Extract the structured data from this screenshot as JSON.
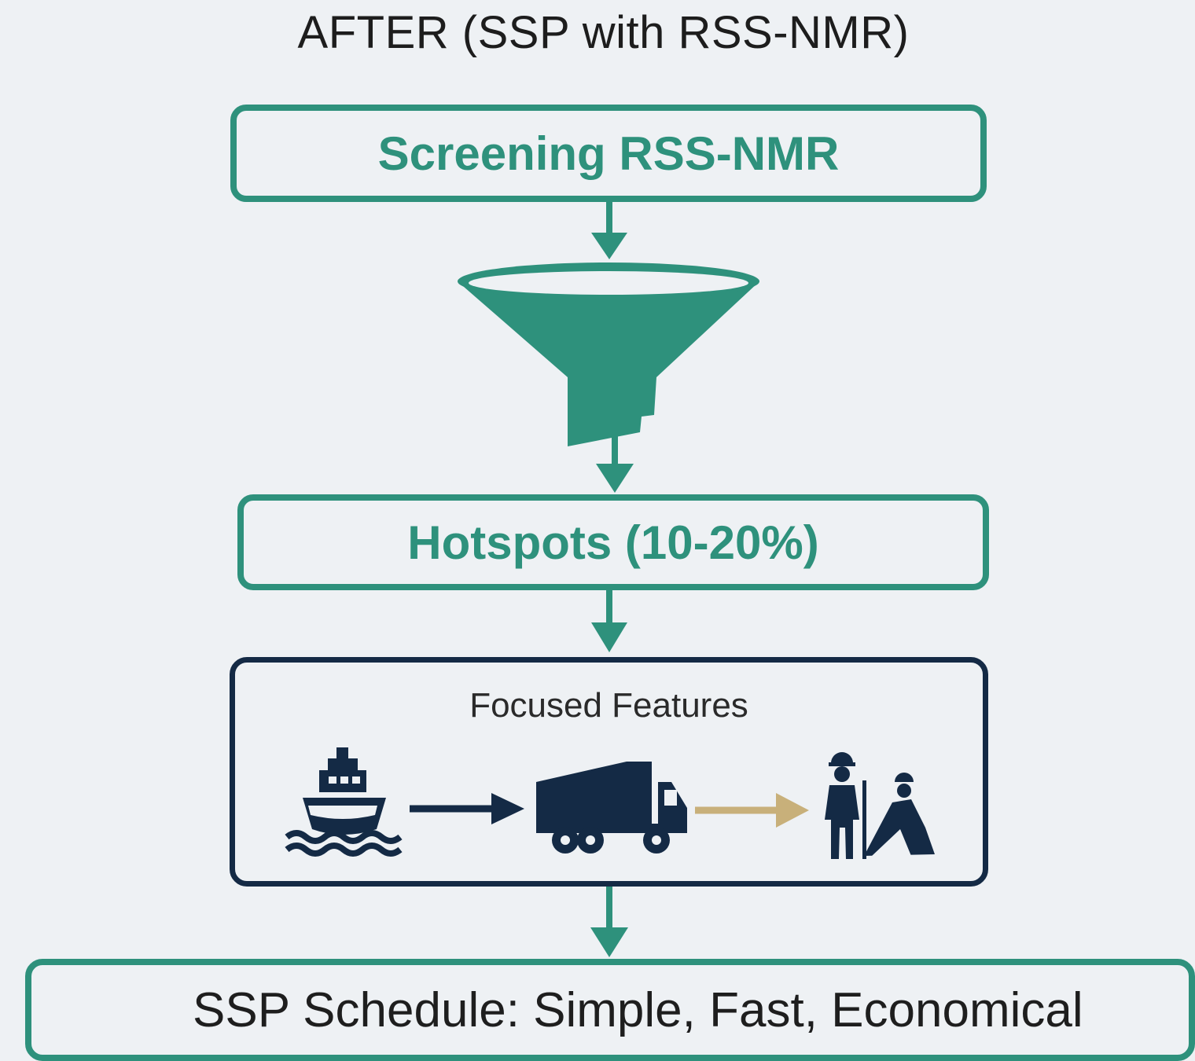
{
  "diagram": {
    "title": "AFTER (SSP with RSS-NMR)",
    "steps": {
      "screening": "Screening RSS-NMR",
      "hotspots": "Hotspots (10-20%)",
      "focused_features": "Focused Features",
      "schedule": "SSP Schedule: Simple, Fast, Economical"
    },
    "icons": [
      "ship-icon",
      "arrow-right-icon",
      "dump-truck-icon",
      "arrow-right-icon",
      "workers-icon",
      "funnel-icon"
    ],
    "colors": {
      "accent": "#2e917c",
      "navy": "#142a45",
      "gold_arrow": "#c8b07a",
      "background": "#eef1f4"
    }
  }
}
